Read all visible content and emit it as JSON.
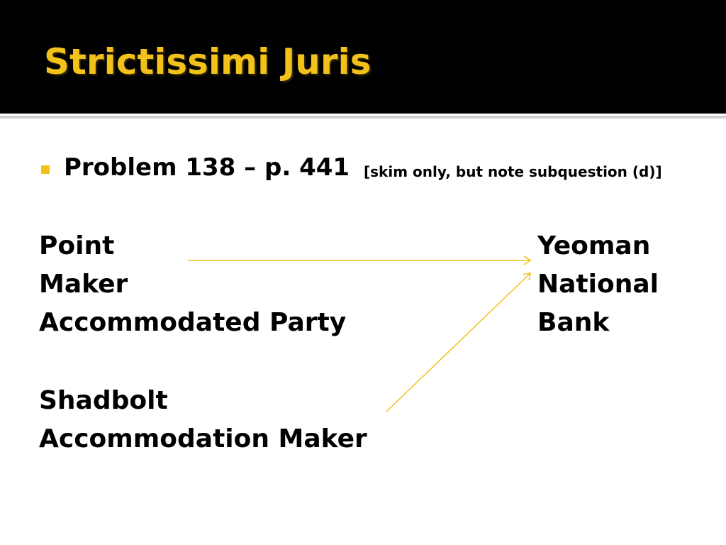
{
  "slide": {
    "title": "Strictissimi Juris",
    "bullet": {
      "main": "Problem 138 – p. 441",
      "note": "[skim only, but note subquestion (d)]"
    },
    "left_column": {
      "line1": "Point",
      "line2": "Maker",
      "line3": "Accommodated Party",
      "line4": "Shadbolt",
      "line5": "Accommodation Maker"
    },
    "right_column": {
      "line1": "Yeoman",
      "line2": "National",
      "line3": "Bank"
    },
    "colors": {
      "accent": "#f2c21b",
      "title_bar": "#000000",
      "text": "#000000"
    }
  }
}
